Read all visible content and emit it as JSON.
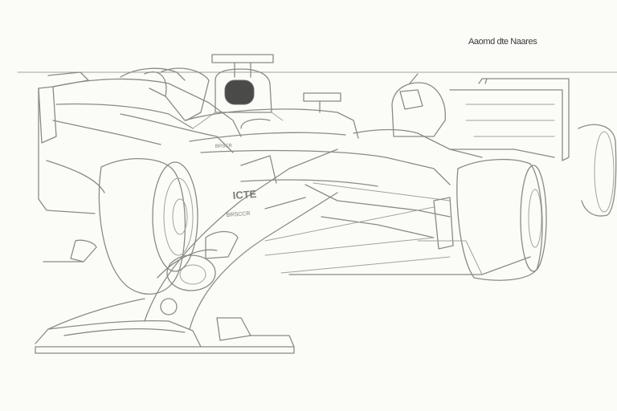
{
  "caption": "Aaomd dte Naares",
  "livery": {
    "sidepod_text": "ICTE",
    "nose_text": "BRSCCR",
    "hood_text": "BRSCR"
  },
  "colors": {
    "background": "#fbfbf8",
    "line": "#8a8a86",
    "visor": "#4a4a48"
  }
}
